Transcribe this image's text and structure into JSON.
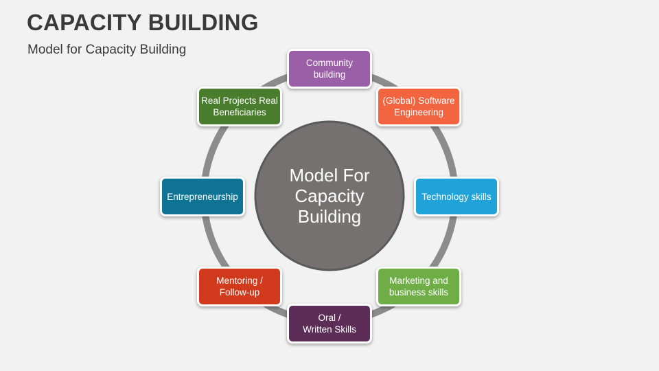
{
  "title": "CAPACITY BUILDING",
  "subtitle": "Model for Capacity Building",
  "center": {
    "label": "Model For\nCapacity\nBuilding",
    "color": "#767171"
  },
  "ring_color": "#8c8c8c",
  "nodes": [
    {
      "label": "Community\nbuilding",
      "color": "#9b5fa8"
    },
    {
      "label": "(Global) Software\nEngineering",
      "color": "#f26340"
    },
    {
      "label": "Technology skills",
      "color": "#1fa3d8"
    },
    {
      "label": "Marketing and\nbusiness skills",
      "color": "#6fad47"
    },
    {
      "label": "Oral /\nWritten Skills",
      "color": "#5c2d56"
    },
    {
      "label": "Mentoring /\nFollow-up",
      "color": "#d13a1c"
    },
    {
      "label": "Entrepreneurship",
      "color": "#0f7394"
    },
    {
      "label": "Real Projects Real\nBeneficiaries",
      "color": "#4a7c2e"
    }
  ]
}
